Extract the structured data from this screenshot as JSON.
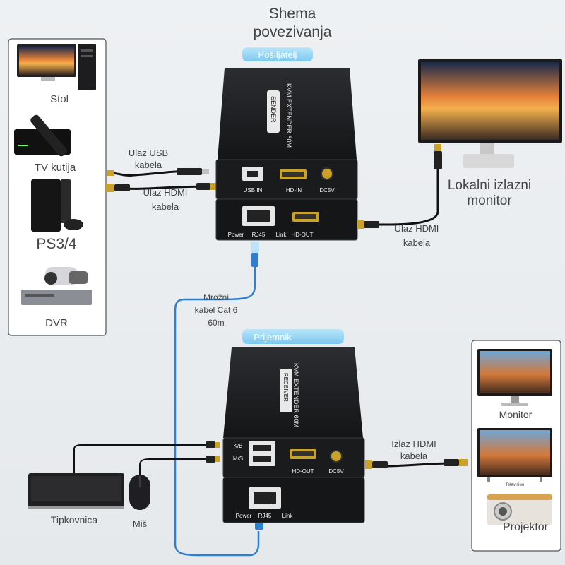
{
  "title": [
    "Shema",
    "povezivanja"
  ],
  "sender": {
    "tag": "Pošiljatelj",
    "model": "KVM EXTENDER 60M",
    "badge": "SENDER",
    "ports_top": [
      "USB IN",
      "HD-IN",
      "DC5V"
    ],
    "ports_bottom": [
      "Power",
      "RJ45",
      "Link",
      "HD-OUT"
    ]
  },
  "receiver": {
    "tag": "Prijemnik",
    "model": "KVM EXTENDER 60M",
    "badge": "RECEIVER",
    "ports_top": [
      "K/B",
      "M/S",
      "HD-OUT",
      "DC5V"
    ],
    "ports_bottom": [
      "Power",
      "RJ45",
      "Link"
    ]
  },
  "sources": [
    "Stol",
    "TV kutija",
    "PS3/4",
    "DVR"
  ],
  "cables": {
    "usb_in": [
      "Ulaz USB",
      "kabela"
    ],
    "hdmi_in": [
      "Ulaz HDMI",
      "kabela"
    ],
    "hdmi_out_local": [
      "Ulaz HDMI",
      "kabela"
    ],
    "network": [
      "Mrožni",
      "kabel Cat 6",
      "60m"
    ],
    "hdmi_out_remote": [
      "Izlaz HDMI",
      "kabela"
    ]
  },
  "local_monitor": [
    "Lokalni izlazni",
    "monitor"
  ],
  "outputs": [
    "Monitor",
    "Television",
    "Projektor"
  ],
  "peripherals": [
    "Tipkovnica",
    "Miš"
  ],
  "colors": {
    "network_cable": "#2f7fd1",
    "badge_glow": "#8fd3f4",
    "device_body": "#1c1d1f",
    "hdmi_gold": "#c9a227"
  }
}
